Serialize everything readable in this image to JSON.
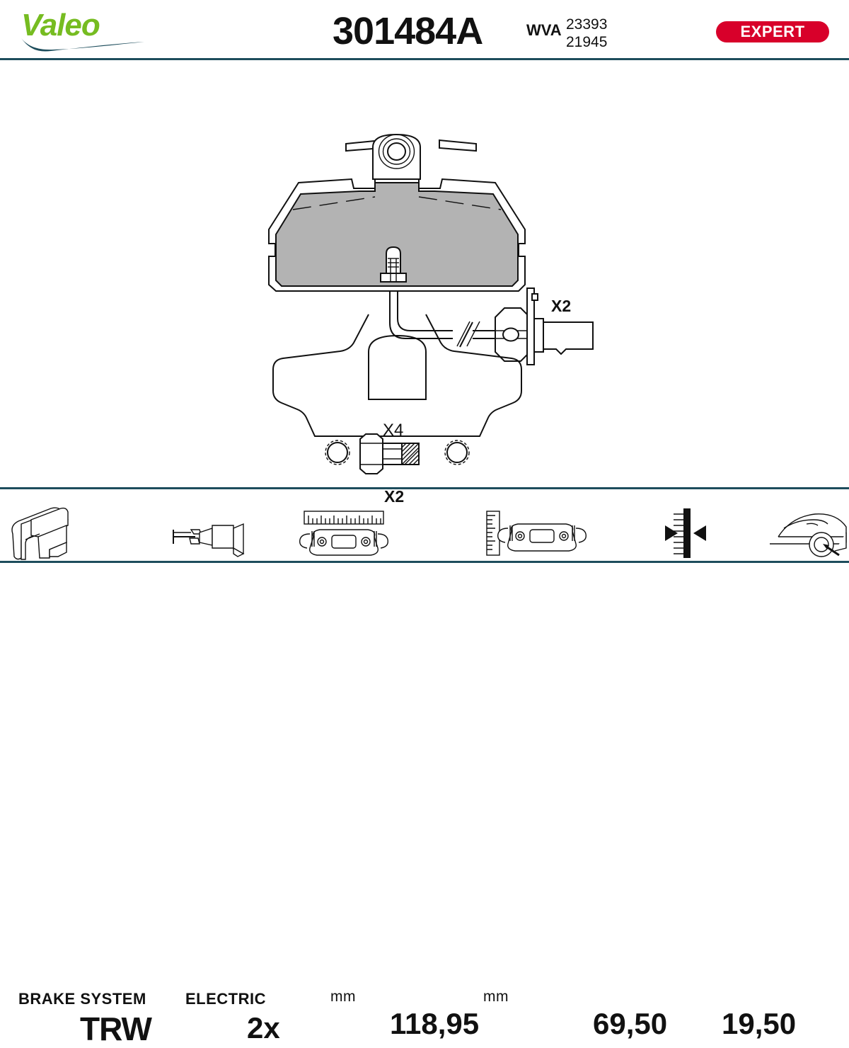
{
  "header": {
    "brand": "Valeo",
    "product_code": "301484A",
    "wva_label": "WVA",
    "wva_codes": [
      "23393",
      "21945"
    ],
    "badge": "EXPERT",
    "badge_color": "#d8002a",
    "brand_color": "#76bc21",
    "rule_color": "#1d4d5c"
  },
  "diagram": {
    "pad_sensor_quantity": "X2",
    "pad_quantity": "X4",
    "bolt_quantity": "X2",
    "friction_color": "#b3b3b3"
  },
  "footer": {
    "brake_system_caption": "BRAKE SYSTEM",
    "brake_system_value": "TRW",
    "electric_caption": "ELECTRIC",
    "electric_value": "2x",
    "width_unit": "mm",
    "width_value": "118,95",
    "height_unit": "mm",
    "height_value": "69,50",
    "thickness_value": "19,50"
  }
}
